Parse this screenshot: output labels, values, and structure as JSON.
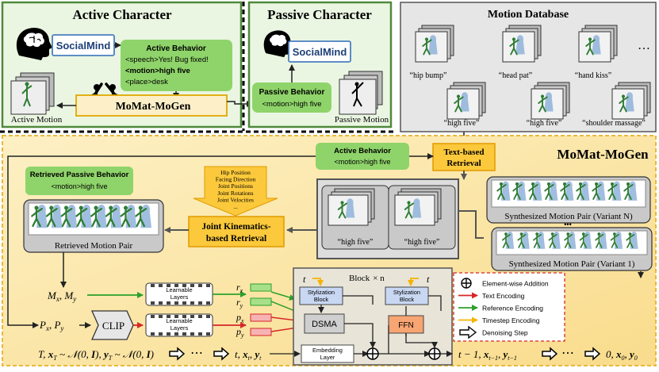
{
  "active_panel": {
    "title": "Active Character",
    "socialmind": "SocialMind",
    "behavior_title": "Active Behavior",
    "behavior_lines": [
      "<speech>Yes! Bug fixed!",
      "<motion>high five",
      "<place>desk"
    ],
    "momat_label": "MoMat-MoGen",
    "motion_caption": "Active Motion"
  },
  "passive_panel": {
    "title": "Passive Character",
    "socialmind": "SocialMind",
    "behavior_title": "Passive Behavior",
    "behavior_line": "<motion>high five",
    "motion_caption": "Passive Motion"
  },
  "motion_database": {
    "title": "Motion Database",
    "clips": [
      "“hip bump”",
      "“head pat”",
      "“hand kiss”",
      "“high five”",
      "“high five”",
      "“shoulder massage”"
    ],
    "ellipsis": "…"
  },
  "momat": {
    "title": "MoMat-MoGen",
    "active_behavior_title": "Active Behavior",
    "active_behavior_line": "<motion>high five",
    "text_retrieval": [
      "Text-based",
      "Retrieval"
    ],
    "retrieved_title": "Retrieved Passive Behavior",
    "retrieved_line": "<motion>high five",
    "features": [
      "Hip Position",
      "Facing Direction",
      "Joint Positions",
      "Joint Rotations",
      "Joint Velocities",
      "..."
    ],
    "kinematic_retrieval": [
      "Joint Kinematics-",
      "based Retrieval"
    ],
    "retrieved_pair": "Retrieved Motion Pair",
    "candidate_labels": [
      "“high five”",
      "“high five”"
    ],
    "synth_n": "Synthesized Motion Pair (Variant N)",
    "synth_1": "Synthesized Motion Pair (Variant 1)",
    "synth_dots": "•••"
  },
  "pipeline": {
    "m_label": "M",
    "m_sub_x": "x",
    "m_sub_y": "y",
    "p_label": "P",
    "learnable": [
      "Learnable",
      "Layers"
    ],
    "clip": "CLIP",
    "r_x": "r",
    "r_y": "r",
    "p_x": "p",
    "p_y": "p",
    "t": "t",
    "block": "Block",
    "block_n": "× n",
    "stylization": [
      "Stylization",
      "Block"
    ],
    "dsma": "DSMA",
    "ffn": "FFN",
    "embedding": [
      "Embedding",
      "Layer"
    ],
    "start_state": "T, x_T ~ N(0, I), y_T ~ N(0, I)",
    "step_t": "t, x_t, y_t",
    "step_t1": "t − 1, x_{t−1}, y_{t−1}",
    "end_state": "0, x_0, y_0",
    "dots": "⋯"
  },
  "legend": [
    {
      "label": "Element-wise Addition",
      "kind": "plus"
    },
    {
      "label": "Text Encoding",
      "kind": "arrow",
      "color": "#d62728"
    },
    {
      "label": "Reference Encoding",
      "kind": "arrow",
      "color": "#2ca02c"
    },
    {
      "label": "Timestep Encoding",
      "kind": "arrow",
      "color": "#f5b400"
    },
    {
      "label": "Denoising Step",
      "kind": "hollow"
    }
  ],
  "colors": {
    "green_bg": "#eaf6e2",
    "green_border": "#4f8a3a",
    "behavior_box": "#8fd46a",
    "gray_panel": "#e6e6e6",
    "yellow_bg": "#fbe7ae",
    "retrieval_box": "#fbc93b",
    "text_red": "#d62728",
    "ref_green": "#2ca02c",
    "timestep": "#f5b400",
    "stylization": "#c8d7f2",
    "ffn": "#f7a572",
    "dsma": "#cfcfcf"
  }
}
